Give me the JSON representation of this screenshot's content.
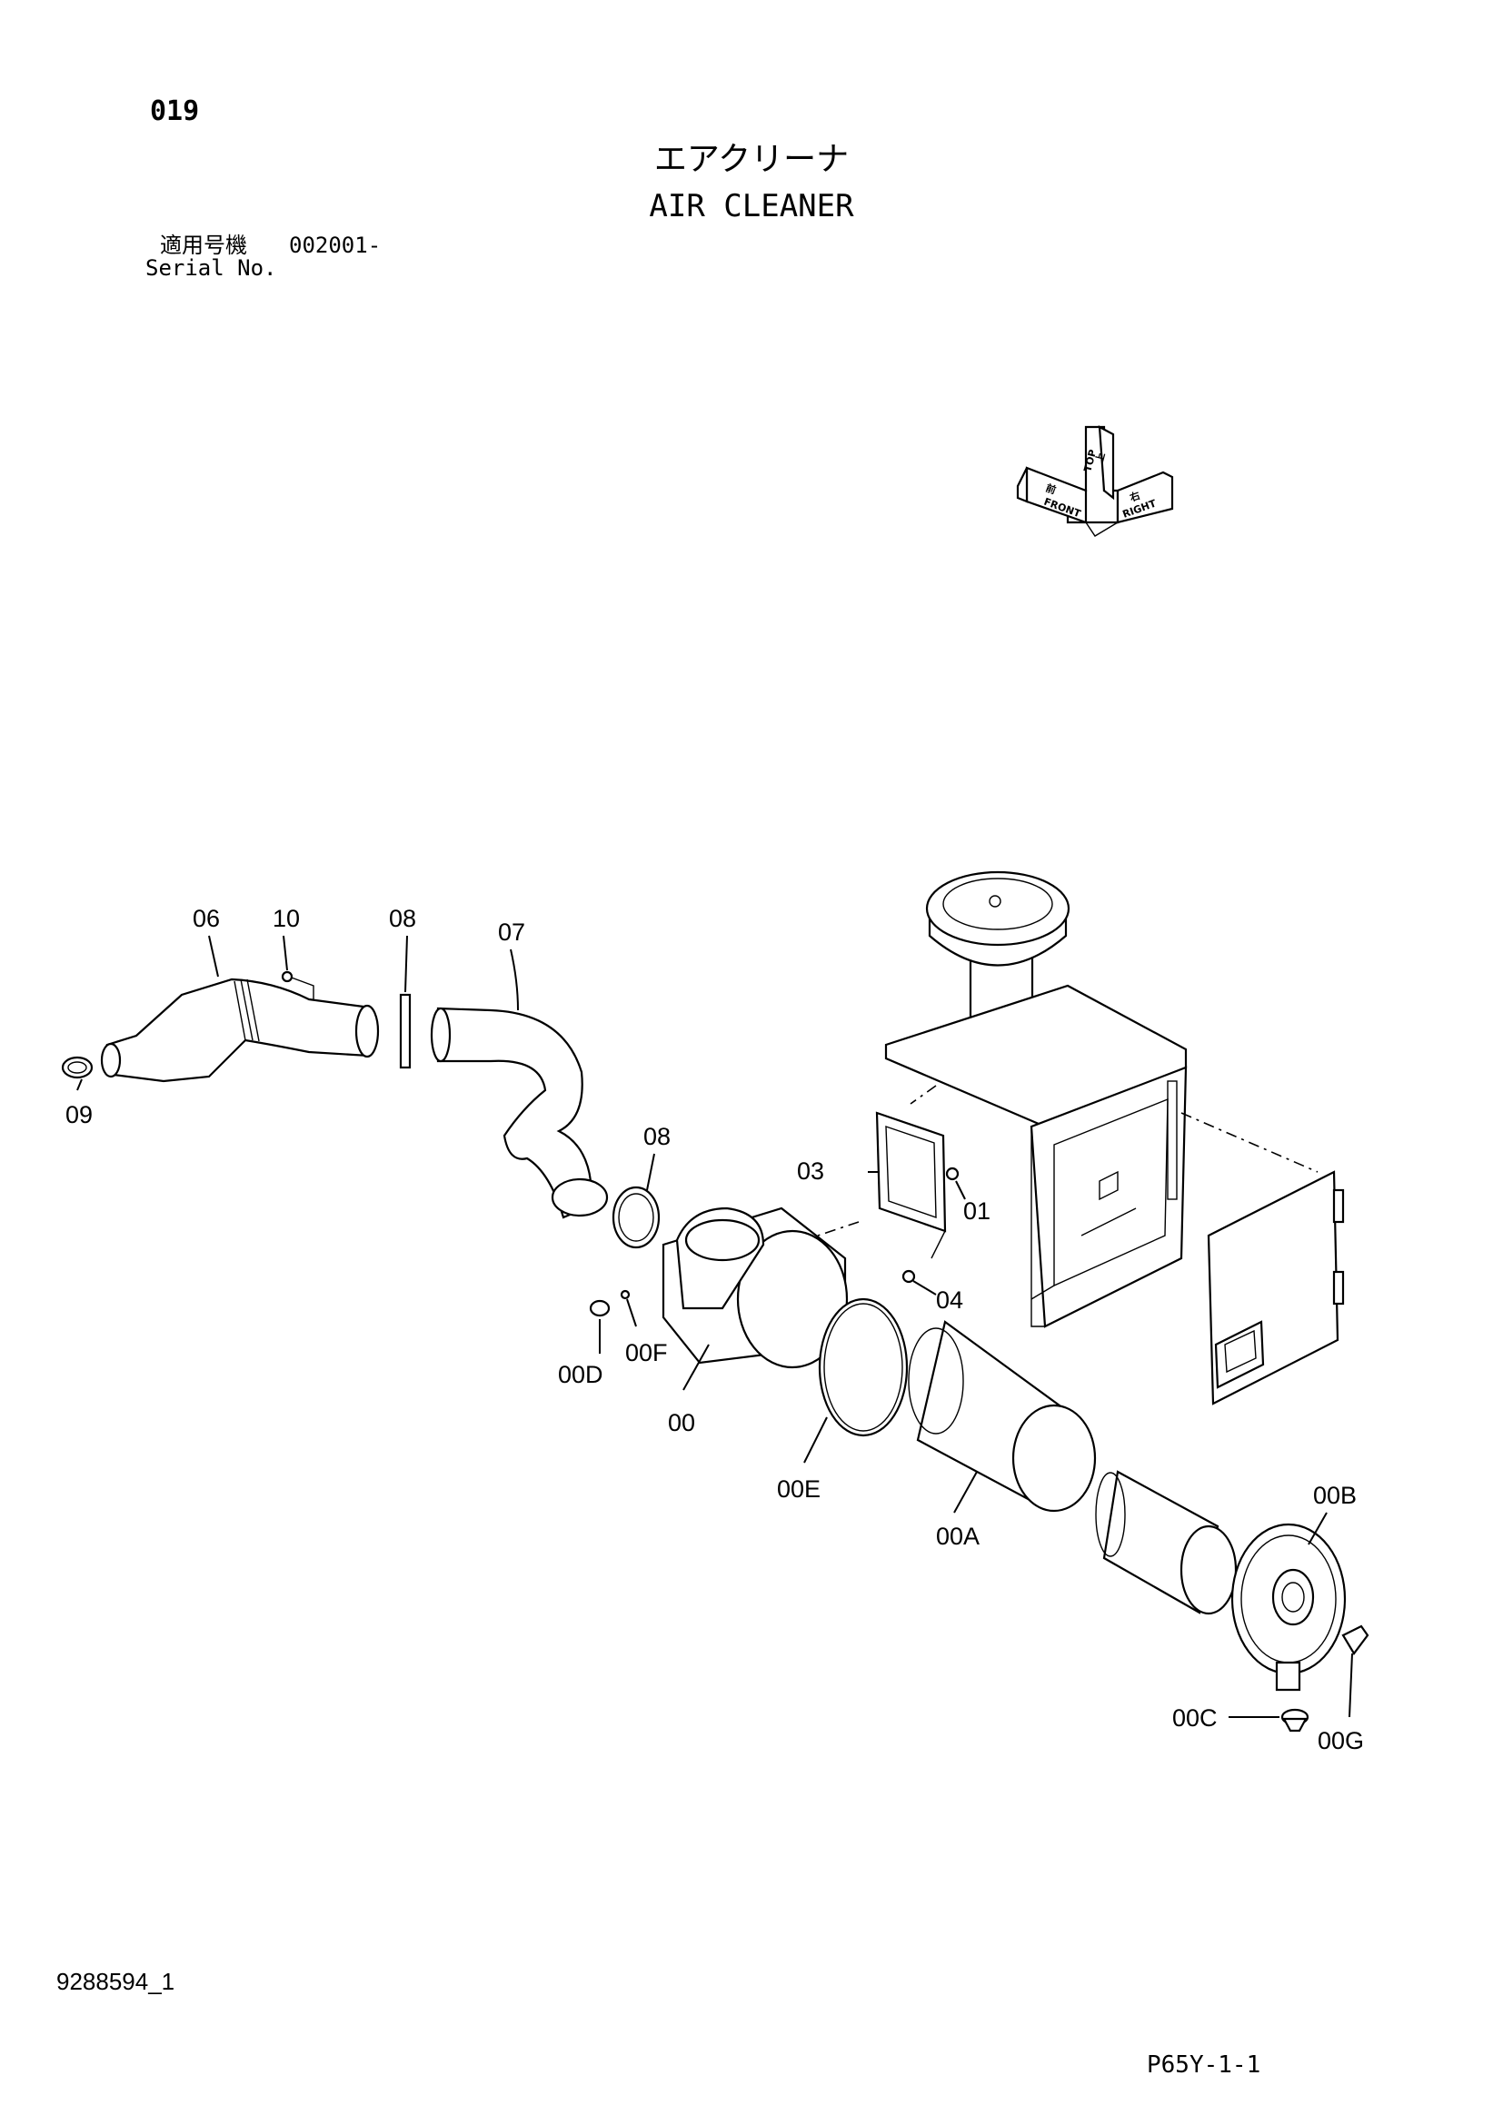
{
  "header": {
    "page_number": "019",
    "title_jp": "エアクリーナ",
    "title_en": "AIR CLEANER",
    "serial_label_jp": "適用号機",
    "serial_value": "002001-",
    "serial_label_en": "Serial No."
  },
  "orientation": {
    "top": "TOP",
    "front": "FRONT",
    "right": "RIGHT",
    "front_jp": "前",
    "top_jp": "上",
    "right_jp": "右"
  },
  "callouts": {
    "p06": "06",
    "p10": "10",
    "p08a": "08",
    "p07": "07",
    "p09": "09",
    "p08b": "08",
    "p03": "03",
    "p01": "01",
    "p04": "04",
    "p00D": "00D",
    "p00F": "00F",
    "p00": "00",
    "p00E": "00E",
    "p00A": "00A",
    "p00B": "00B",
    "p00C": "00C",
    "p00G": "00G"
  },
  "footer": {
    "doc_id": "9288594_1",
    "page_code": "P65Y-1-1"
  }
}
